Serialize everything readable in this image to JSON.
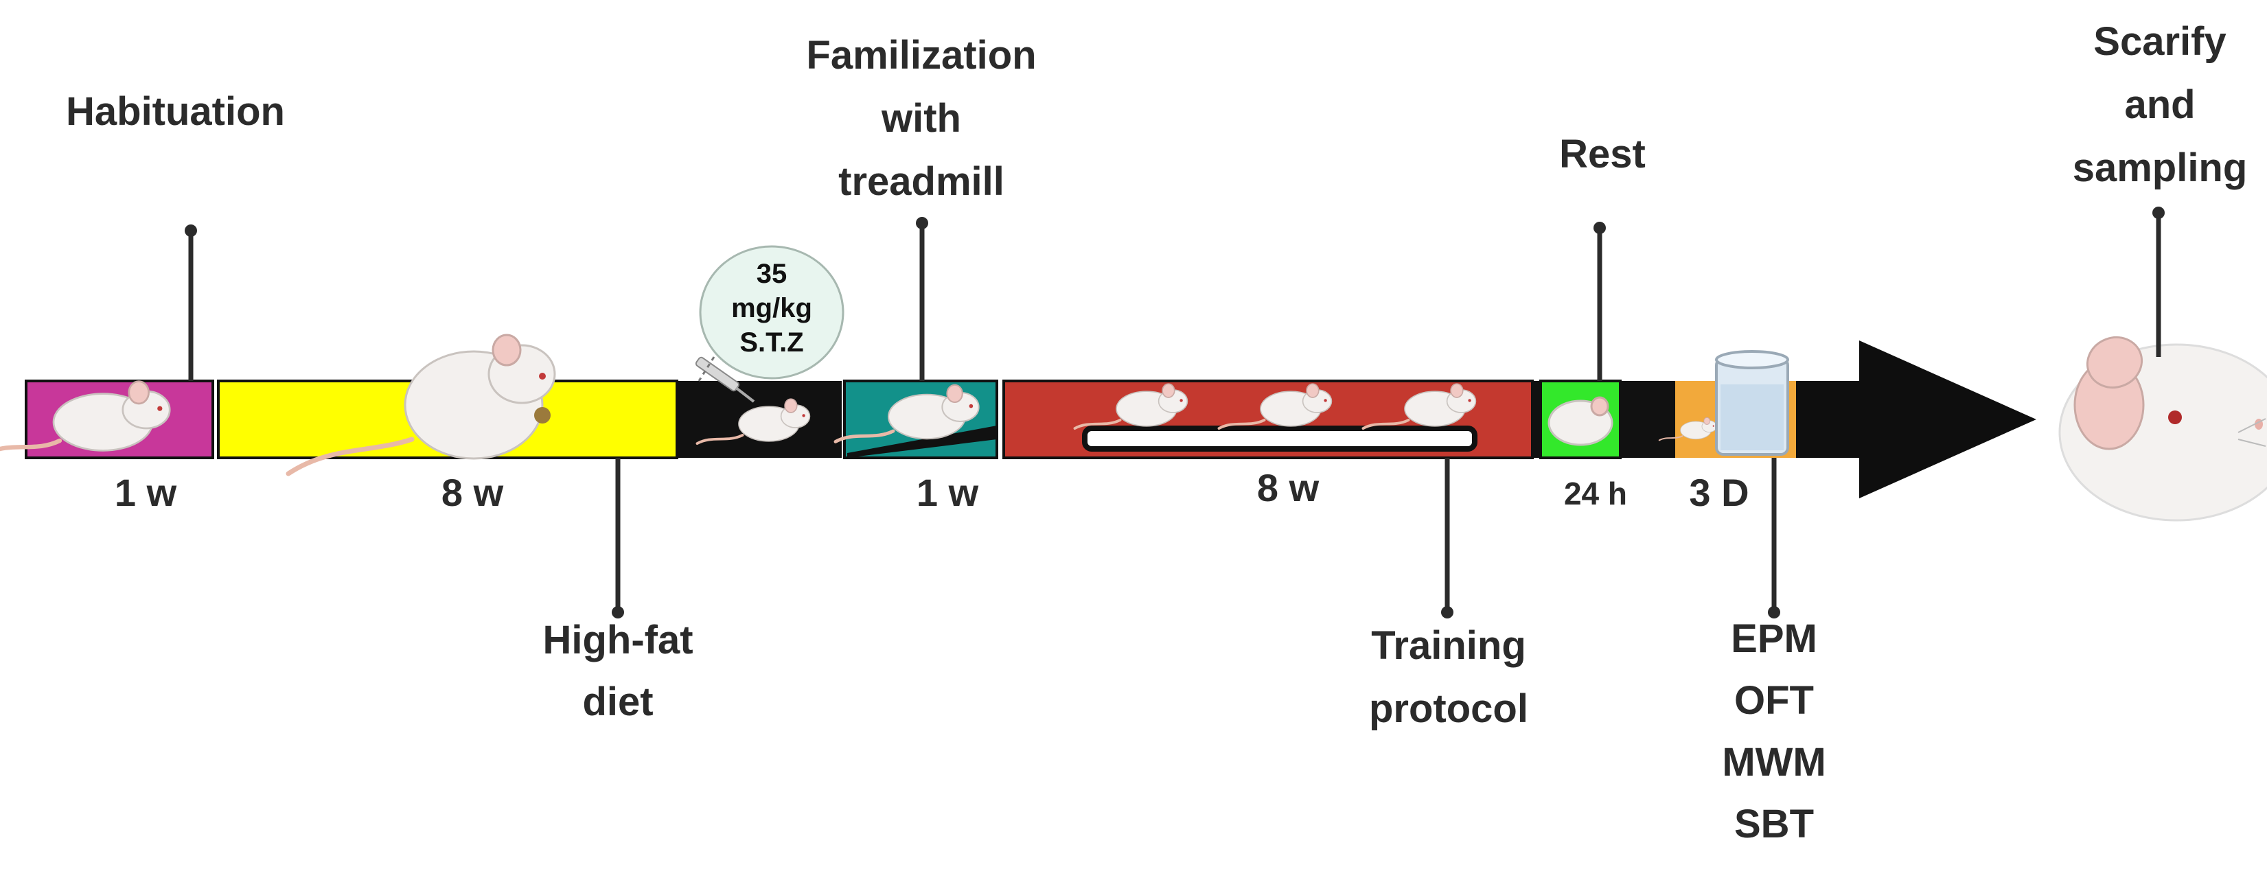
{
  "colors": {
    "habituation": "#c8379a",
    "high_fat_diet": "#ffff00",
    "stz": "#111111",
    "familiarization": "#12918a",
    "training": "#c4392f",
    "rest": "#33e82b",
    "tests": "#f2a93b",
    "arrow": "#0e0e0e"
  },
  "labels": {
    "habituation": "Habituation",
    "familiarization": [
      "Familization",
      "with",
      "treadmill"
    ],
    "rest": "Rest",
    "scarify": [
      "Scarify",
      "and",
      "sampling"
    ],
    "high_fat_diet": [
      "High-fat",
      "diet"
    ],
    "training_protocol": [
      "Training",
      "protocol"
    ],
    "tests": [
      "EPM",
      "OFT",
      "MWM",
      "SBT"
    ]
  },
  "durations": {
    "habituation": "1 w",
    "high_fat_diet": "8 w",
    "familiarization": "1 w",
    "training": "8 w",
    "rest": "24 h",
    "tests": "3 D"
  },
  "injection": {
    "dose": "35",
    "unit": "mg/kg",
    "drug": "S.T.Z"
  },
  "icons": [
    "mouse-icon",
    "fat-mouse-icon",
    "syringe-icon",
    "treadmill-icon",
    "sleeping-mouse-icon",
    "water-tank-icon",
    "mouse-head-icon"
  ]
}
